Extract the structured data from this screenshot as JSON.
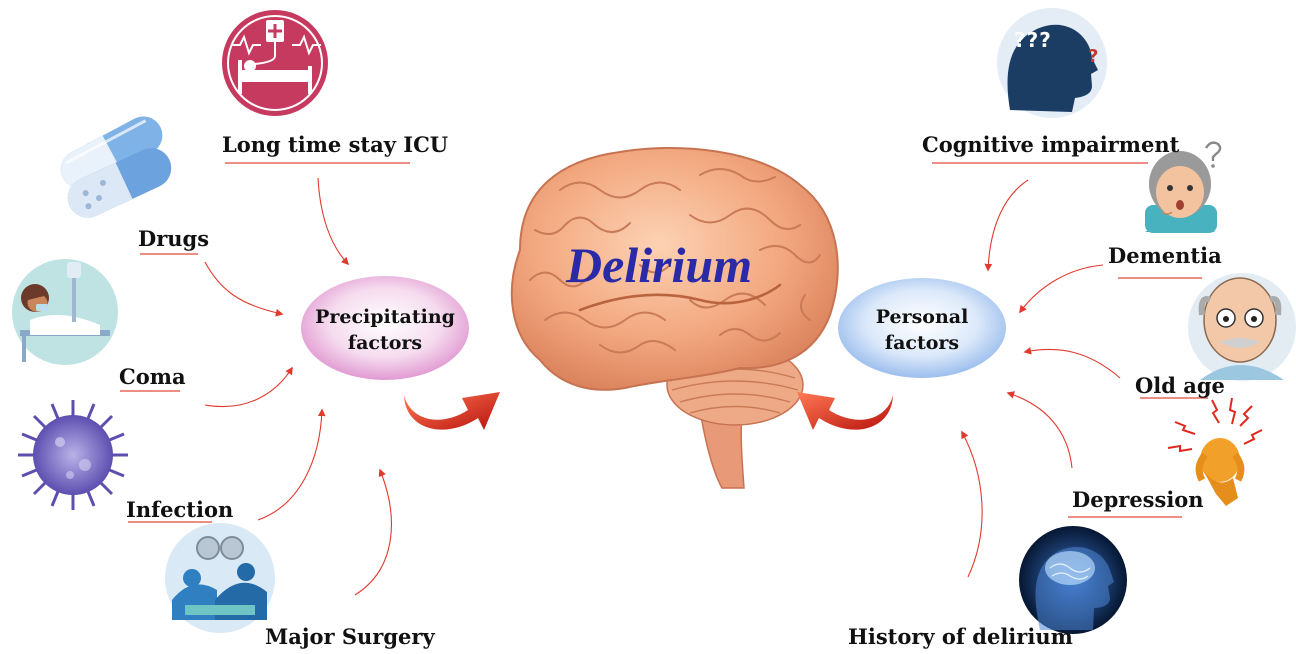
{
  "title": "Delirium",
  "precipitating": {
    "line1": "Precipitating",
    "line2": "factors"
  },
  "personal": {
    "line1": "Personal",
    "line2": "factors"
  },
  "left_labels": {
    "icu": "Long time stay ICU",
    "drugs": "Drugs",
    "coma": "Coma",
    "infection": "Infection",
    "surgery": "Major Surgery"
  },
  "right_labels": {
    "cognitive": "Cognitive impairment",
    "dementia": "Dementia",
    "old_age": "Old age",
    "depression": "Depression",
    "history": "History of delirium"
  },
  "question_marks": "???",
  "colors": {
    "title": "#2a2aa8",
    "arrow": "#e03a2e",
    "underline": "#e04a3a",
    "brain": "#f0a57e",
    "precipitating_oval": "#e8a6d8",
    "personal_oval": "#aac9f0"
  }
}
